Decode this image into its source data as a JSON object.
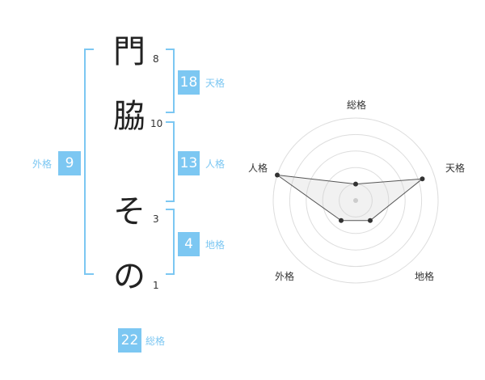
{
  "name": {
    "chars": [
      "門",
      "脇",
      "そ",
      "の"
    ],
    "strokes": [
      "8",
      "10",
      "3",
      "1"
    ]
  },
  "kakusu": {
    "tenkaku": {
      "value": "18",
      "label": "天格"
    },
    "jinkaku": {
      "value": "13",
      "label": "人格"
    },
    "chikaku": {
      "value": "4",
      "label": "地格"
    },
    "gaikaku": {
      "value": "9",
      "label": "外格"
    },
    "soukaku": {
      "value": "22",
      "label": "総格"
    }
  },
  "radar": {
    "labels": {
      "soukaku": "総格",
      "tenkaku": "天格",
      "chikaku": "地格",
      "gaikaku": "外格",
      "jinkaku": "人格"
    },
    "levels": 5,
    "values": {
      "soukaku": 0.2,
      "tenkaku": 0.85,
      "chikaku": 0.3,
      "gaikaku": 0.3,
      "jinkaku": 1.0
    }
  },
  "colors": {
    "accent": "#7cc7f2"
  }
}
